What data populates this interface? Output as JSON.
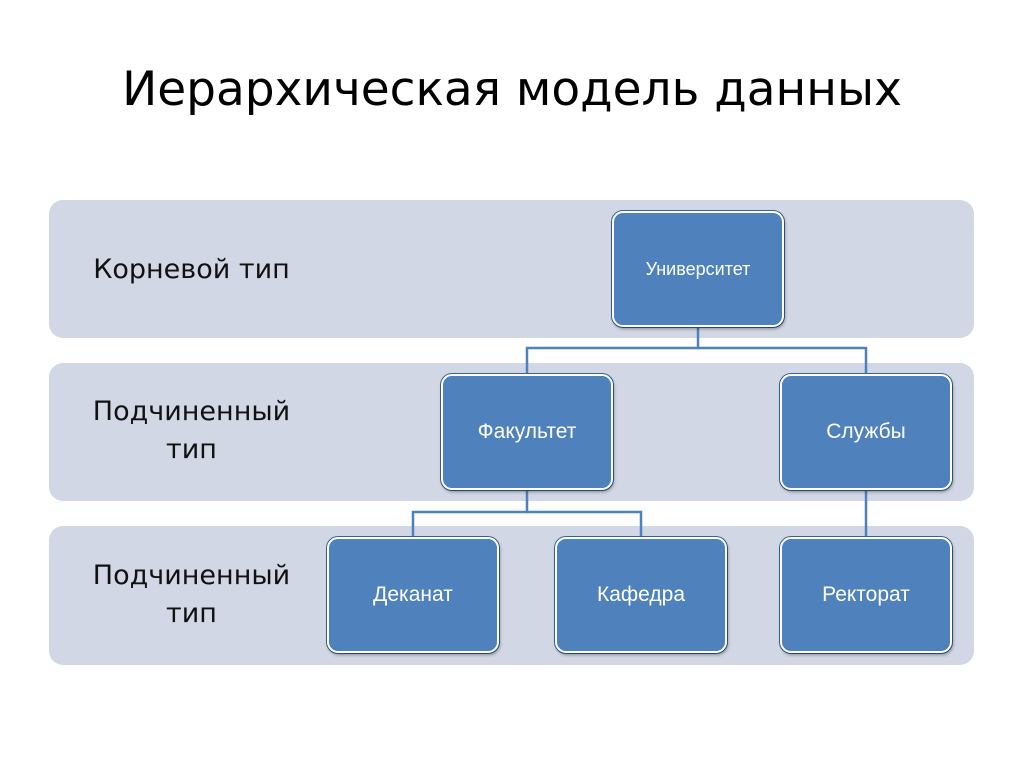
{
  "title": "Иерархическая модель данных",
  "levels": [
    {
      "label_lines": [
        "Корневой тип"
      ]
    },
    {
      "label_lines": [
        "Подчиненный",
        "тип"
      ]
    },
    {
      "label_lines": [
        "Подчиненный",
        "тип"
      ]
    }
  ],
  "nodes": {
    "university": "Университет",
    "faculty": "Факультет",
    "services": "Службы",
    "dean_office": "Деканат",
    "department": "Кафедра",
    "rectorate": "Ректорат"
  },
  "edges": [
    [
      "university",
      "faculty"
    ],
    [
      "university",
      "services"
    ],
    [
      "faculty",
      "dean_office"
    ],
    [
      "faculty",
      "department"
    ],
    [
      "services",
      "rectorate"
    ]
  ],
  "colors": {
    "band": "#d1d7e4",
    "node_fill": "#4f81bd",
    "link": "#4f81bd"
  }
}
